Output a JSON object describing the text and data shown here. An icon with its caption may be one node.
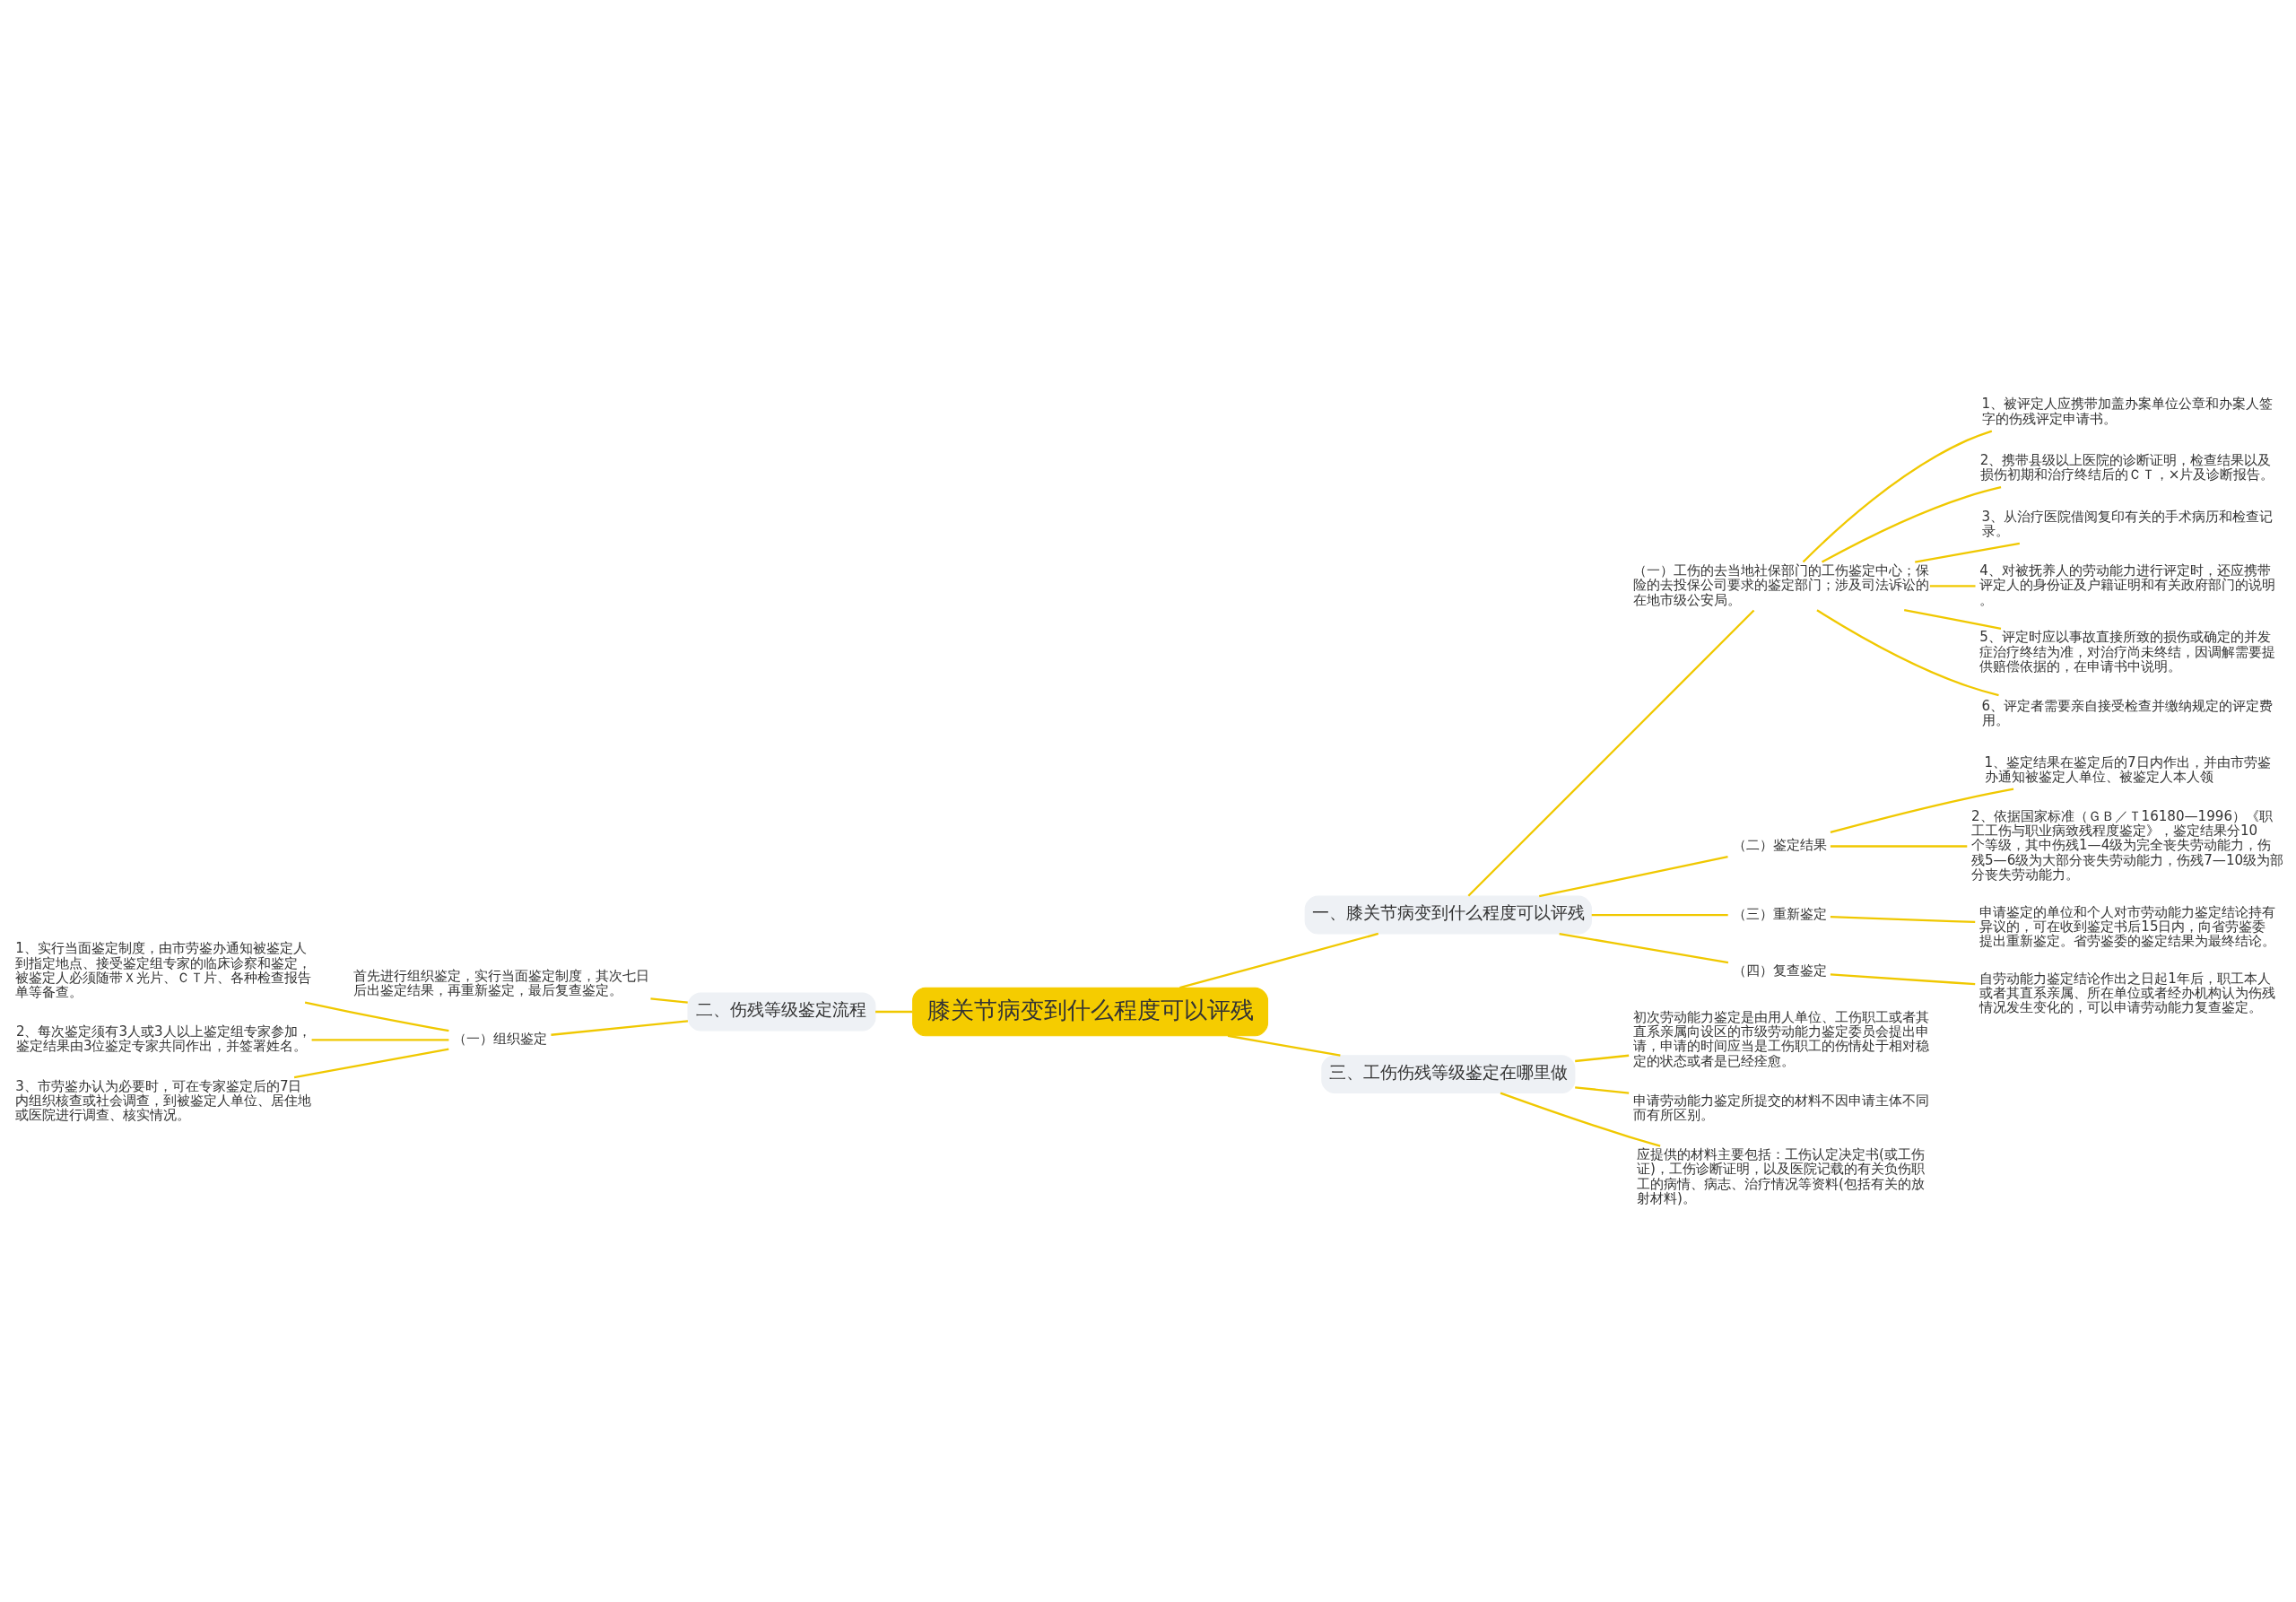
{
  "diagram": {
    "nodes": [
      {
        "text": [
          "膝关节病变到什么程度可以评残"
        ]
      },
      {
        "text": [
          "一、膝关节病变到什么程度可以评残"
        ]
      },
      {
        "text": [
          "（一）工伤的去当地社保部门的工伤鉴定中心；保险的去投保公司要求的鉴定部门；涉及司法诉讼的在地市级公安局。"
        ]
      },
      {
        "text": [
          "1、被评定人应携带加盖办案单位公章和办案人签字的伤残评定申请书。"
        ]
      },
      {
        "text": [
          "2、携带县级以上医院的诊断证明，检查结果以及损伤初期和治疗终结后的ＣＴ，×片及诊断报告。"
        ]
      },
      {
        "text": [
          "3、从治疗医院借阅复印有关的手术病历和检查记录。"
        ]
      },
      {
        "text": [
          "4、对被抚养人的劳动能力进行评定时，还应携带评定人的身份证及户籍证明和有关政府部门的说明。"
        ]
      },
      {
        "text": [
          "5、评定时应以事故直接所致的损伤或确定的并发症治疗终结为准，对治疗尚未终结，因调解需要提供赔偿依据的，在申请书中说明。"
        ]
      },
      {
        "text": [
          "6、评定者需要亲自接受检查并缴纳规定的评定费用。"
        ]
      },
      {
        "text": [
          "（二）鉴定结果"
        ]
      },
      {
        "text": [
          "1、鉴定结果在鉴定后的7日内作出，并由市劳鉴办通知被鉴定人单位、被鉴定人本人领"
        ]
      },
      {
        "text": [
          "2、依据国家标准（ＧＢ／Ｔ16180—1996）《职工工伤与职业病致残程度鉴定》，鉴定结果分10个等级，其中伤残1—4级为完全丧失劳动能力，伤残5—6级为大部分丧失劳动能力，伤残7—10级为部分丧失劳动能力。"
        ]
      },
      {
        "text": [
          "（三）重新鉴定"
        ]
      },
      {
        "text": [
          "申请鉴定的单位和个人对市劳动能力鉴定结论持有异议的，可在收到鉴定书后15日内，向省劳鉴委提出重新鉴定。省劳鉴委的鉴定结果为最终结论。"
        ]
      },
      {
        "text": [
          "（四）复查鉴定"
        ]
      },
      {
        "text": [
          "自劳动能力鉴定结论作出之日起1年后，职工本人或者其直系亲属、所在单位或者经办机构认为伤残情况发生变化的，可以申请劳动能力复查鉴定。"
        ]
      },
      {
        "text": [
          "三、工伤伤残等级鉴定在哪里做"
        ]
      },
      {
        "text": [
          "初次劳动能力鉴定是由用人单位、工伤职工或者其直系亲属向设区的市级劳动能力鉴定委员会提出申请，申请的时间应当是工伤职工的伤情处于相对稳定的状态或者是已经痊愈。"
        ]
      },
      {
        "text": [
          "申请劳动能力鉴定所提交的材料不因申请主体不同而有所区别。"
        ]
      },
      {
        "text": [
          "应提供的材料主要包括：工伤认定决定书(或工伤证)，工伤诊断证明，以及医院记载的有关负伤职工的病情、病志、治疗情况等资料(包括有关的放射材料)。"
        ]
      },
      {
        "text": [
          "二、伤残等级鉴定流程"
        ]
      },
      {
        "text": [
          "首先进行组织鉴定，实行当面鉴定制度，其次七日后出鉴定结果，再重新鉴定，最后复查鉴定。"
        ]
      },
      {
        "text": [
          "（一）组织鉴定"
        ]
      },
      {
        "text": [
          "1、实行当面鉴定制度，由市劳鉴办通知被鉴定人到指定地点、接受鉴定组专家的临床诊察和鉴定，被鉴定人必须随带Ｘ光片、ＣＴ片、各种检查报告单等备查。"
        ]
      },
      {
        "text": [
          "2、每次鉴定须有3人或3人以上鉴定组专家参加，鉴定结果由3位鉴定专家共同作出，并签署姓名。"
        ]
      },
      {
        "text": [
          "3、市劳鉴办认为必要时，可在专家鉴定后的7日内组织核查或社会调查，到被鉴定人单位、居住地或医院进行调查、核实情况。"
        ]
      }
    ],
    "edges": [
      {
        "from": 0,
        "to": 1,
        "arrow": "none"
      },
      {
        "from": 1,
        "to": 2,
        "arrow": "none"
      },
      {
        "from": 2,
        "to": 3,
        "arrow": "none"
      },
      {
        "from": 2,
        "to": 4,
        "arrow": "none"
      },
      {
        "from": 2,
        "to": 5,
        "arrow": "none"
      },
      {
        "from": 2,
        "to": 6,
        "arrow": "none"
      },
      {
        "from": 2,
        "to": 7,
        "arrow": "none"
      },
      {
        "from": 2,
        "to": 8,
        "arrow": "none"
      },
      {
        "from": 1,
        "to": 9,
        "arrow": "none"
      },
      {
        "from": 9,
        "to": 10,
        "arrow": "none"
      },
      {
        "from": 9,
        "to": 11,
        "arrow": "none"
      },
      {
        "from": 1,
        "to": 12,
        "arrow": "none"
      },
      {
        "from": 12,
        "to": 13,
        "arrow": "none"
      },
      {
        "from": 1,
        "to": 14,
        "arrow": "none"
      },
      {
        "from": 14,
        "to": 15,
        "arrow": "none"
      },
      {
        "from": 0,
        "to": 16,
        "arrow": "none"
      },
      {
        "from": 16,
        "to": 17,
        "arrow": "none"
      },
      {
        "from": 16,
        "to": 18,
        "arrow": "none"
      },
      {
        "from": 16,
        "to": 19,
        "arrow": "none"
      },
      {
        "from": 0,
        "to": 20,
        "arrow": "none"
      },
      {
        "from": 20,
        "to": 21,
        "arrow": "none"
      },
      {
        "from": 20,
        "to": 22,
        "arrow": "none"
      },
      {
        "from": 22,
        "to": 23,
        "arrow": "none"
      },
      {
        "from": 22,
        "to": 24,
        "arrow": "none"
      },
      {
        "from": 22,
        "to": 25,
        "arrow": "none"
      }
    ]
  }
}
